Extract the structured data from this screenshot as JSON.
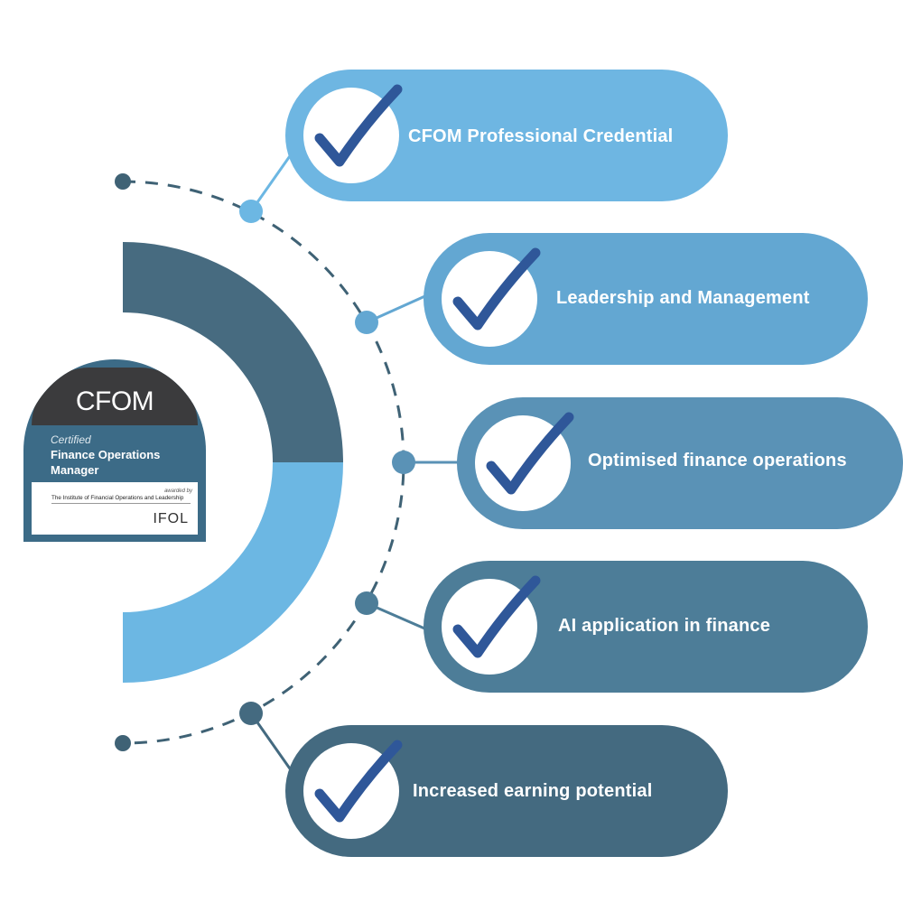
{
  "colors": {
    "ring_dark": "#476b80",
    "ring_light": "#6cb7e3",
    "dash": "#3f6275",
    "check": "#2f5799",
    "node_light": "#6cb7e3",
    "node_dark": "#4a7489"
  },
  "badge": {
    "logo": "CFOM",
    "certified": "Certified",
    "line1": "Finance Operations",
    "line2": "Manager",
    "awarded": "awarded by",
    "institute": "The Institute of Financial Operations and Leadership",
    "ifol": "IFOL"
  },
  "items": [
    {
      "label": "CFOM Professional Credential",
      "color": "#6eb6e2",
      "icon": "check-icon"
    },
    {
      "label": "Leadership and Management",
      "color": "#63a7d2",
      "icon": "check-icon"
    },
    {
      "label": "Optimised finance operations",
      "color": "#5a92b6",
      "icon": "check-icon"
    },
    {
      "label": "AI application in finance",
      "color": "#4d7d98",
      "icon": "check-icon"
    },
    {
      "label": "Increased earning potential",
      "color": "#446a80",
      "icon": "check-icon"
    }
  ]
}
